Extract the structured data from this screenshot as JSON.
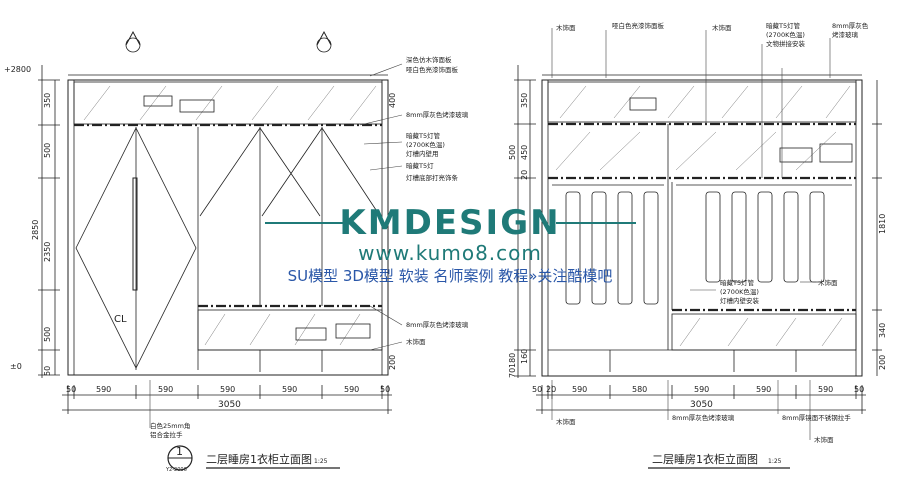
{
  "watermark": {
    "brand": "KMDESIGN",
    "url": "www.kumo8.com",
    "slogan": "SU模型 3D模型 软装 名师案例 教程»关注酷模吧",
    "color": "#1f7a78",
    "slogan_color": "#2a57a8"
  },
  "left_elevation": {
    "title": "二层睡房1衣柜立面图",
    "scale": "1:25",
    "ref_number": "1",
    "ref_sheet": "Y2-2006",
    "level_top": "+2800",
    "level_bottom": "±0",
    "vertical_dims": [
      "350",
      "400",
      "500",
      "2350",
      "2850",
      "500",
      "200",
      "50"
    ],
    "bottom_dims": [
      "50",
      "590",
      "590",
      "590",
      "590",
      "590",
      "50"
    ],
    "total_width": "3050",
    "notes": [
      "深色仿木饰面板",
      "哑白色亮漆饰面板",
      "8mm厚灰色烤漆玻璃",
      "暗藏T5灯管",
      "(2700K色温)",
      "灯槽内壁用",
      "暗藏T5灯",
      "灯槽底部打亮饰条",
      "8mm厚灰色烤漆玻璃",
      "木饰面"
    ],
    "bottom_note_1": "白色25mm角",
    "bottom_note_2": "铝合金拉手",
    "centerline_symbol": "CL"
  },
  "right_elevation": {
    "title": "二层睡房1衣柜立面图",
    "scale": "1:25",
    "vertical_dims": [
      "350",
      "450",
      "500",
      "20",
      "1810",
      "340",
      "200",
      "180",
      "160",
      "70"
    ],
    "bottom_dims": [
      "50",
      "20",
      "590",
      "580",
      "590",
      "590",
      "590",
      "50"
    ],
    "total_width": "3050",
    "top_notes": [
      "木饰面",
      "哑白色亮漆饰面板",
      "木饰面",
      "暗藏T5灯管",
      "(2700K色温)",
      "文物拼接安装",
      "8mm厚灰色",
      "烤漆玻璃"
    ],
    "side_notes": [
      "暗藏T5灯管",
      "(2700K色温)",
      "灯槽内壁安装",
      "木饰面"
    ],
    "bottom_notes": [
      "木饰面",
      "8mm厚灰色烤漆玻璃",
      "8mm厚镜面不锈钢拉手",
      "木饰面"
    ]
  }
}
